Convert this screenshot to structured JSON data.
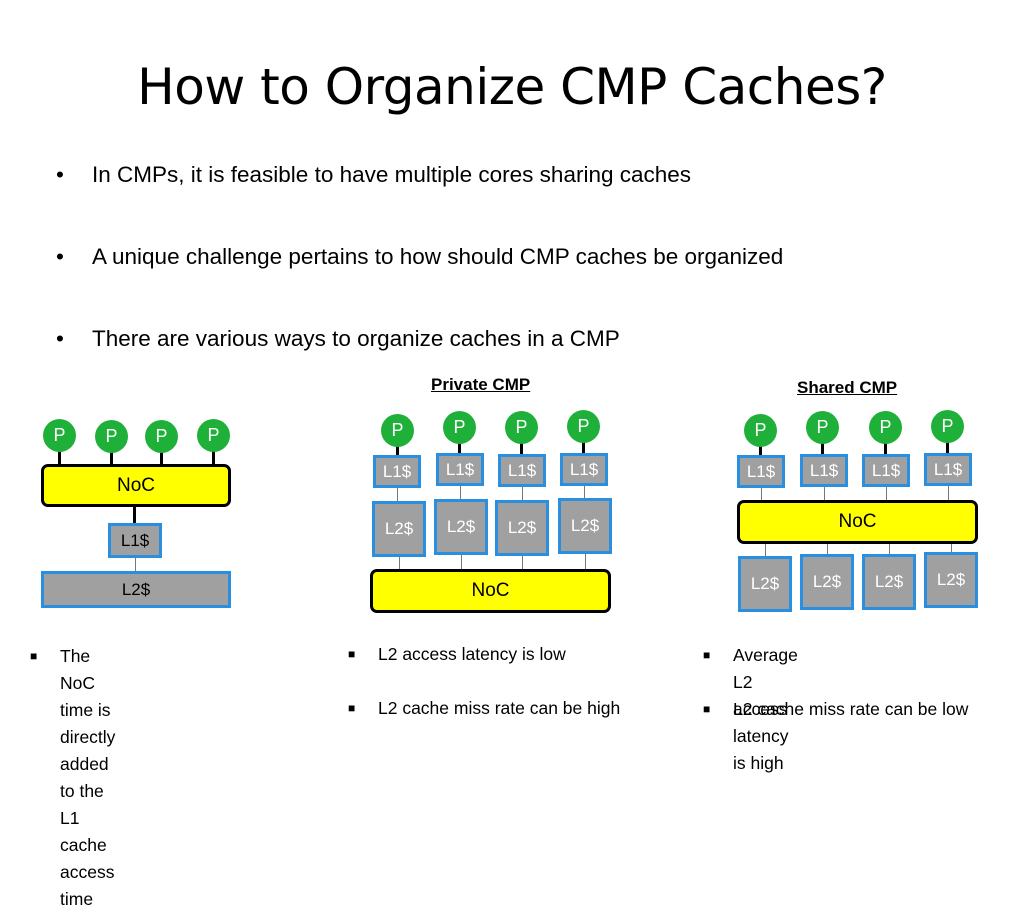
{
  "title": "How to Organize CMP Caches?",
  "bullets": [
    "In CMPs, it is feasible to have multiple cores sharing caches",
    "A unique challenge pertains to how should CMP caches be organized",
    "There are various ways to organize caches in a CMP"
  ],
  "bullet_symbol": "•",
  "labels": {
    "processor": "P",
    "l1": "L1$",
    "l2": "L2$",
    "noc": "NoC"
  },
  "diagrams": {
    "left": {
      "heading": "",
      "notes": [
        "The NoC time is directly\nadded to the L1 cache\naccess time"
      ]
    },
    "private": {
      "heading": "Private CMP",
      "notes": [
        "L2 access latency is low",
        "L2 cache miss rate can be high"
      ]
    },
    "shared": {
      "heading": "Shared CMP",
      "notes": [
        "Average L2 access latency\nis high",
        "L2 cache miss rate can be low"
      ]
    }
  },
  "note_symbol": "■",
  "colors": {
    "processor": "#1fb03a",
    "noc": "#ffff00",
    "cache_fill": "#a0a0a0",
    "cache_border": "#2a8fde"
  }
}
